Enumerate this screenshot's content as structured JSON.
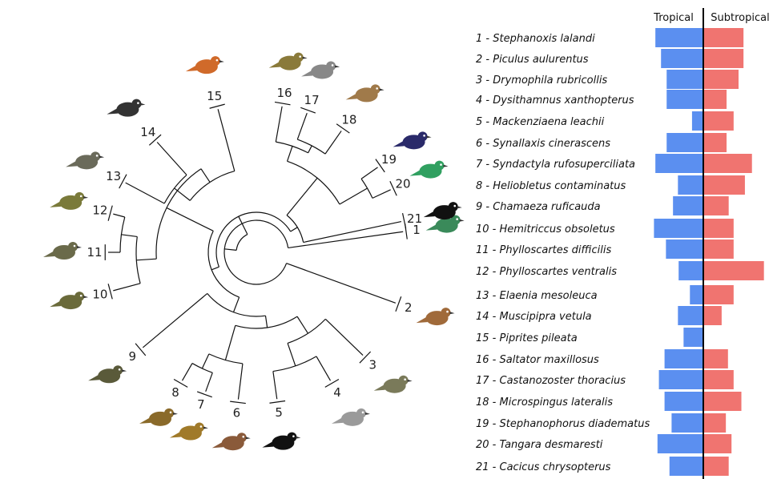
{
  "header": {
    "tropical_label": "Tropical",
    "subtropical_label": "Subtropical"
  },
  "colors": {
    "tropical": "#5b8ff0",
    "subtropical": "#f07470",
    "axis": "#000000",
    "branch": "#111111"
  },
  "species": [
    {
      "num": "1",
      "label": "1 - Stephanoxis lalandi",
      "tropical": 0.68,
      "subtropical": 0.57,
      "bird": "hummingbird-icon"
    },
    {
      "num": "2",
      "label": "2 - Piculus aulurentus",
      "tropical": 0.6,
      "subtropical": 0.57,
      "bird": "woodpecker-icon"
    },
    {
      "num": "3",
      "label": "3 - Drymophila rubricollis",
      "tropical": 0.52,
      "subtropical": 0.5,
      "bird": "antbird-icon"
    },
    {
      "num": "4",
      "label": "4 - Dysithamnus xanthopterus",
      "tropical": 0.52,
      "subtropical": 0.33,
      "bird": "antvireo-icon"
    },
    {
      "num": "5",
      "label": "5 - Mackenziaena leachii",
      "tropical": 0.16,
      "subtropical": 0.43,
      "bird": "antshrike-icon"
    },
    {
      "num": "6",
      "label": "6 - Synallaxis cinerascens",
      "tropical": 0.52,
      "subtropical": 0.33,
      "bird": "spinetail-icon"
    },
    {
      "num": "7",
      "label": "7 - Syndactyla rufosuperciliata",
      "tropical": 0.68,
      "subtropical": 0.69,
      "bird": "foliage-gleaner-icon"
    },
    {
      "num": "8",
      "label": "8 - Heliobletus contaminatus",
      "tropical": 0.36,
      "subtropical": 0.59,
      "bird": "treehunter-icon"
    },
    {
      "num": "9",
      "label": "9 - Chamaeza ruficauda",
      "tropical": 0.43,
      "subtropical": 0.36,
      "bird": "antthrush-icon"
    },
    {
      "num": "10",
      "label": "10 - Hemitriccus obsoletus",
      "tropical": 0.7,
      "subtropical": 0.43,
      "bird": "tody-tyrant-icon"
    },
    {
      "num": "11",
      "label": "11 - Phylloscartes difficilis",
      "tropical": 0.53,
      "subtropical": 0.43,
      "bird": "tyrannulet-icon"
    },
    {
      "num": "12",
      "label": "12 - Phylloscartes ventralis",
      "tropical": 0.35,
      "subtropical": 0.86,
      "bird": "tyrannulet-icon"
    },
    {
      "num": "13",
      "label": "13 - Elaenia mesoleuca",
      "tropical": 0.19,
      "subtropical": 0.43,
      "bird": "elaenia-icon"
    },
    {
      "num": "14",
      "label": "14 - Muscipipra vetula",
      "tropical": 0.36,
      "subtropical": 0.26,
      "bird": "tyrant-icon"
    },
    {
      "num": "15",
      "label": "15 - Piprites pileata",
      "tropical": 0.28,
      "subtropical": 0.0,
      "bird": "piprites-icon"
    },
    {
      "num": "16",
      "label": "16 - Saltator maxillosus",
      "tropical": 0.55,
      "subtropical": 0.35,
      "bird": "saltator-icon"
    },
    {
      "num": "17",
      "label": "17 - Castanozoster thoracius",
      "tropical": 0.63,
      "subtropical": 0.43,
      "bird": "sparrow-icon"
    },
    {
      "num": "18",
      "label": "18 - Microspingus lateralis",
      "tropical": 0.55,
      "subtropical": 0.54,
      "bird": "warbling-finch-icon"
    },
    {
      "num": "19",
      "label": "19 - Stephanophorus diadematus",
      "tropical": 0.45,
      "subtropical": 0.32,
      "bird": "tanager-icon"
    },
    {
      "num": "20",
      "label": "20 - Tangara desmaresti",
      "tropical": 0.65,
      "subtropical": 0.4,
      "bird": "tanager-icon"
    },
    {
      "num": "21",
      "label": "21 - Cacicus chrysopterus",
      "tropical": 0.48,
      "subtropical": 0.36,
      "bird": "cacique-icon"
    }
  ]
}
